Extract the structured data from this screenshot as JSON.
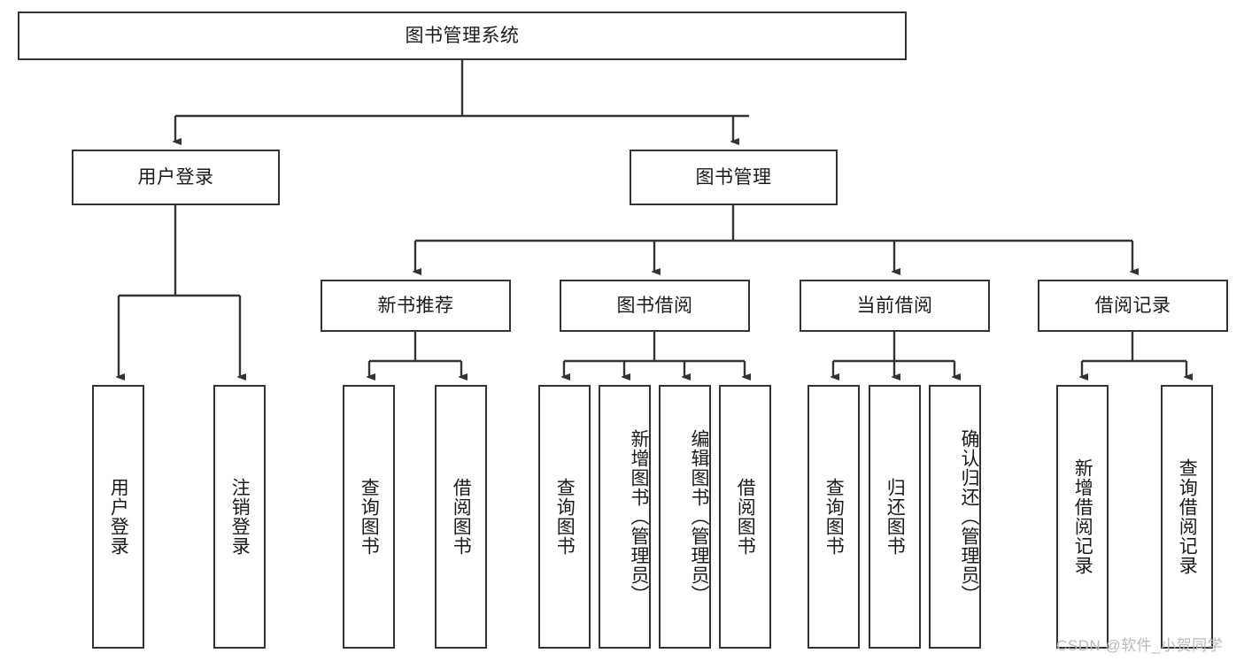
{
  "diagram": {
    "title": "图书管理系统",
    "type": "functional-structure-tree",
    "watermark": "CSDN @软件_小贺同学",
    "colors": {
      "box_border": "#333333",
      "box_fill": "#ffffff",
      "edge": "#333333",
      "text": "#1a1a1a",
      "watermark": "#b9b9b9",
      "background": "#ffffff"
    },
    "nodes": {
      "root": {
        "label": "图书管理系统"
      },
      "level1": [
        {
          "id": "user-login",
          "label": "用户登录"
        },
        {
          "id": "book-management",
          "label": "图书管理"
        }
      ],
      "level2": [
        {
          "id": "new-book-recommend",
          "label": "新书推荐"
        },
        {
          "id": "book-borrow",
          "label": "图书借阅"
        },
        {
          "id": "current-borrow",
          "label": "当前借阅"
        },
        {
          "id": "borrow-record",
          "label": "借阅记录"
        }
      ],
      "leaves": {
        "user_login": [
          {
            "id": "leaf-user-login",
            "label": "用户登录"
          },
          {
            "id": "leaf-logout-login",
            "label": "注销登录"
          }
        ],
        "new_book_recommend": [
          {
            "id": "leaf-query-book-1",
            "label": "查询图书"
          },
          {
            "id": "leaf-borrow-book-1",
            "label": "借阅图书"
          }
        ],
        "book_borrow": [
          {
            "id": "leaf-query-book-2",
            "label": "查询图书"
          },
          {
            "id": "leaf-add-book",
            "label": "新增图书（管理员）"
          },
          {
            "id": "leaf-edit-book",
            "label": "编辑图书（管理员）"
          },
          {
            "id": "leaf-borrow-book-2",
            "label": "借阅图书"
          }
        ],
        "current_borrow": [
          {
            "id": "leaf-query-book-3",
            "label": "查询图书"
          },
          {
            "id": "leaf-return-book",
            "label": "归还图书"
          },
          {
            "id": "leaf-confirm-return",
            "label": "确认归还（管理员）"
          }
        ],
        "borrow_record": [
          {
            "id": "leaf-add-record",
            "label": "新增借阅记录"
          },
          {
            "id": "leaf-query-record",
            "label": "查询借阅记录"
          }
        ]
      }
    }
  }
}
